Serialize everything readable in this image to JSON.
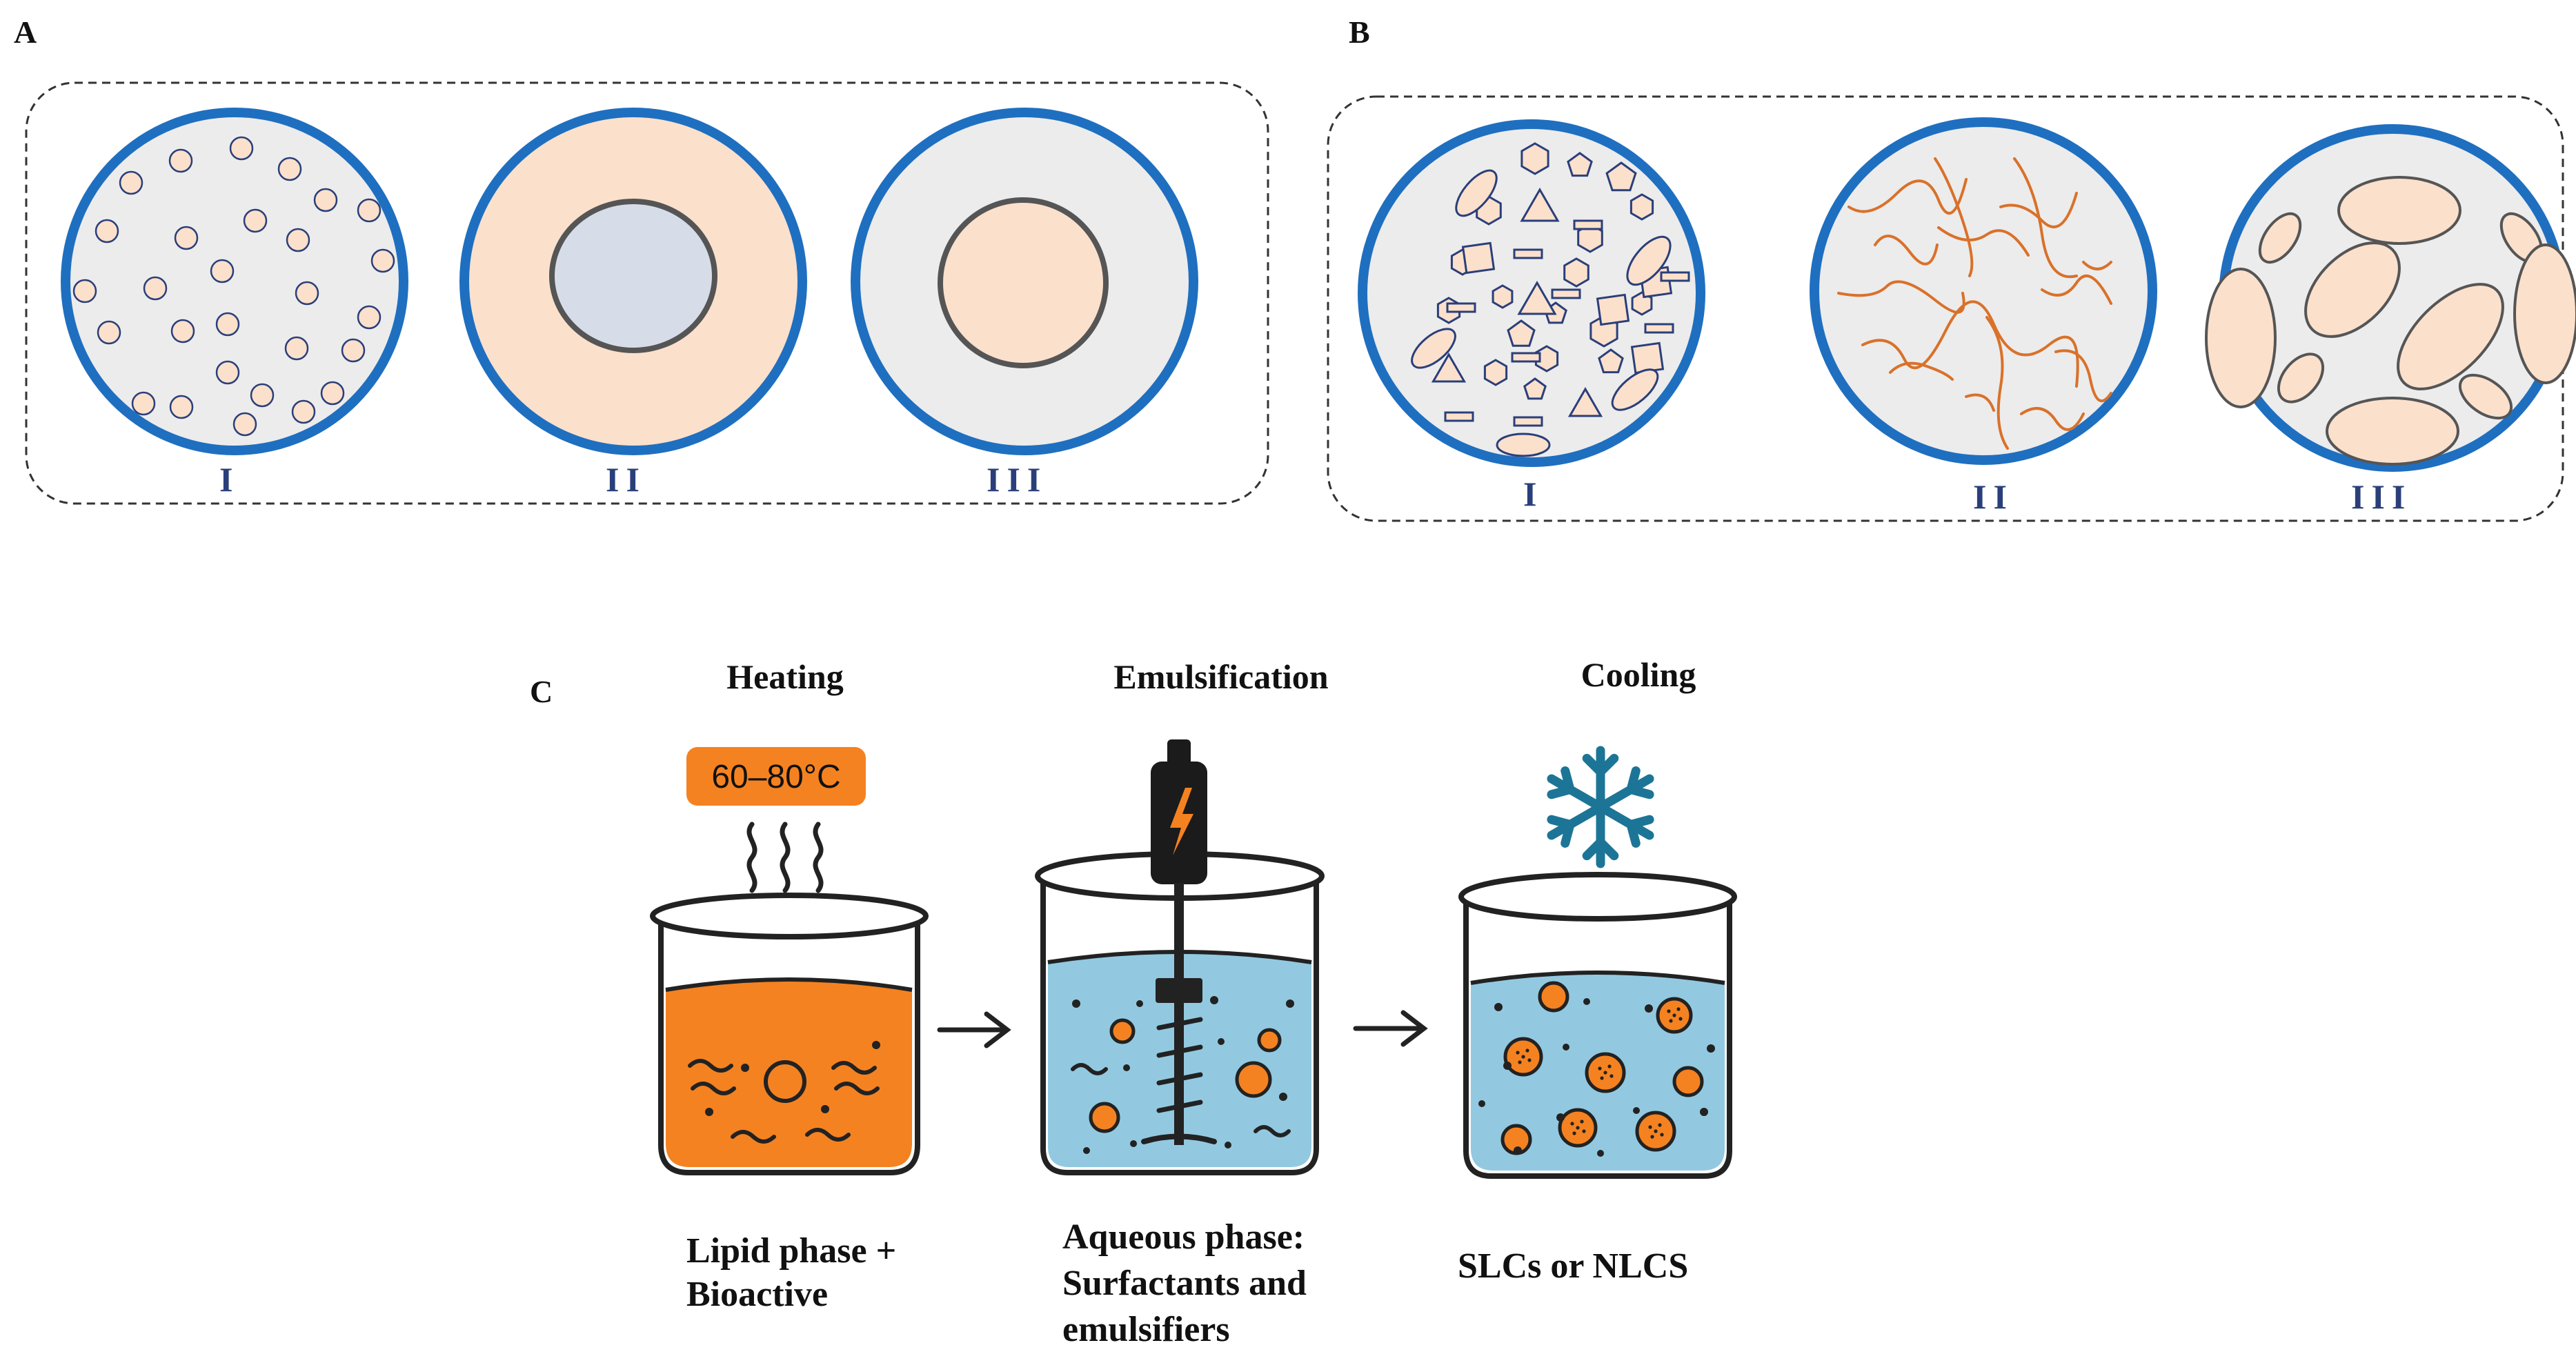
{
  "panels": {
    "a": {
      "letter": "A",
      "labels": [
        "I",
        "II",
        "III"
      ]
    },
    "b": {
      "letter": "B",
      "labels": [
        "I",
        "II",
        "III"
      ]
    },
    "c": {
      "letter": "C"
    }
  },
  "process": {
    "steps": [
      {
        "title": "Heating",
        "caption_lines": [
          "Lipid phase +",
          "Bioactive"
        ]
      },
      {
        "title": "Emulsification",
        "caption_lines": [
          "Aqueous phase:",
          "Surfactants and",
          "emulsifiers"
        ]
      },
      {
        "title": "Cooling",
        "caption_lines": [
          "SLCs or NLCS"
        ]
      }
    ],
    "temperature": "60–80°C"
  },
  "colors": {
    "ring": "#1f6fc0",
    "inner_gray": "#ececec",
    "peach": "#fbe0cc",
    "core_gray": "#d6dde8",
    "lipid_orange": "#f58220",
    "water_blue": "#92c9e0",
    "snowflake": "#1c7596",
    "fiber": "#d9712a"
  }
}
